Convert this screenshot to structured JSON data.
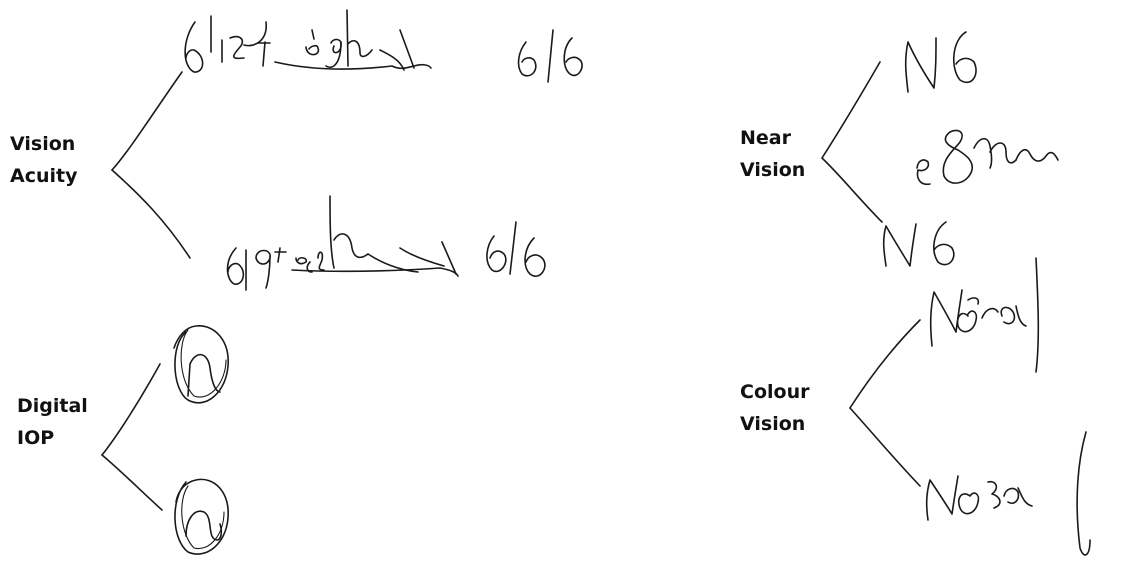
{
  "labels": {
    "vision_acuity": [
      "Vision",
      "Acuity"
    ],
    "digital_iop": [
      "Digital",
      "IOP"
    ],
    "near_vision": [
      "Near",
      "Vision"
    ],
    "colour_vision": [
      "Colour",
      "Vision"
    ]
  },
  "handwriting": {
    "va_right": "6/12 e glasses 6/6",
    "va_left": "6/9 e glasses 6/6",
    "iop_right": "N",
    "iop_left": "N",
    "nv_right": "N6",
    "nv_glasses": "e glasses",
    "nv_left": "N6",
    "cv_right": "Normal",
    "cv_left": "Normal"
  }
}
